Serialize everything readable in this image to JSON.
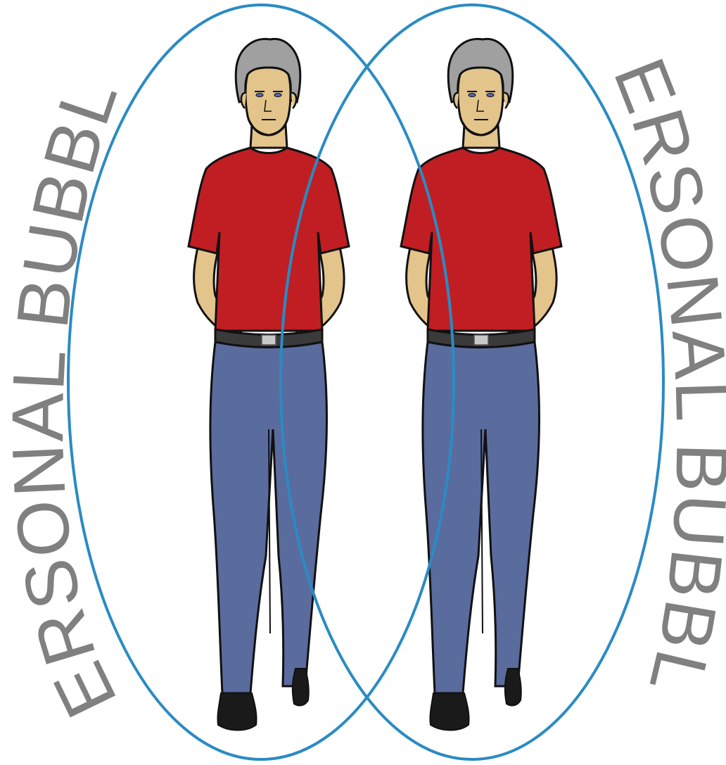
{
  "labels": {
    "left_bubble": "PERSONAL BUBBLE",
    "right_bubble": "PERSONAL BUBBLE"
  },
  "colors": {
    "bubble_outline": "#2A8BC3",
    "text": "#808080",
    "shirt": "#C01E23",
    "pants": "#5A6B9E",
    "skin": "#E3C48A",
    "hair": "#A0A0A0",
    "belt": "#3A3A3A",
    "buckle": "#C8C8C8",
    "shoes": "#1A1A1A"
  },
  "figures": [
    {
      "name": "left-man"
    },
    {
      "name": "right-man"
    }
  ]
}
